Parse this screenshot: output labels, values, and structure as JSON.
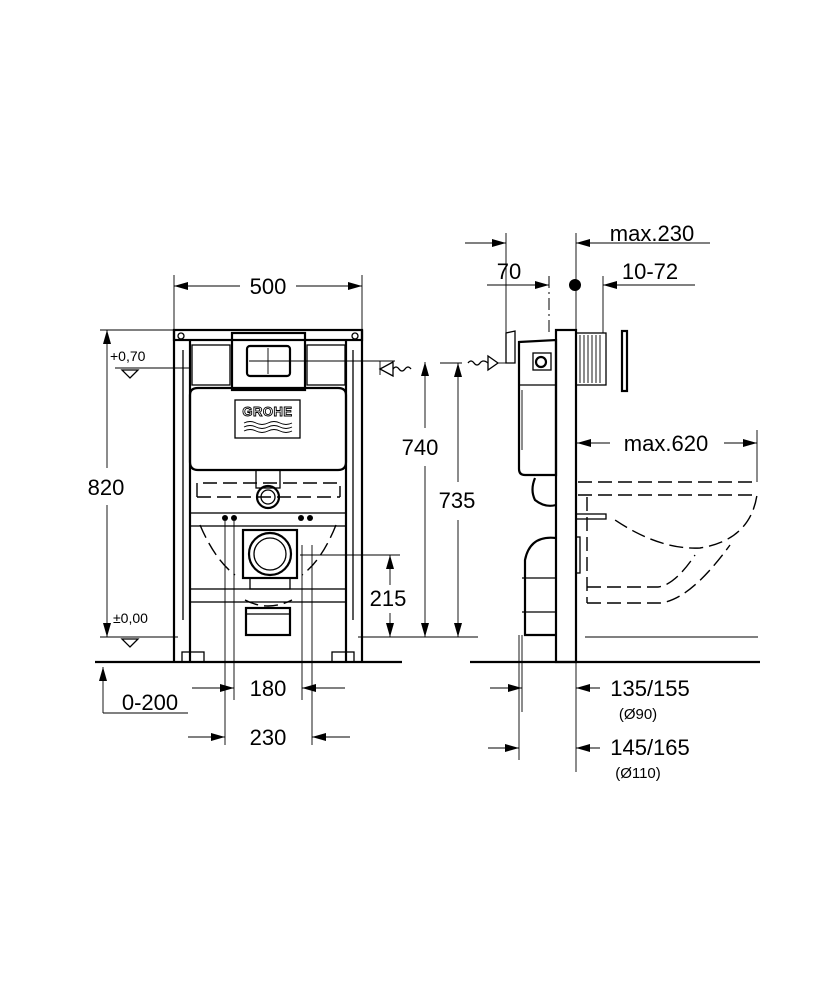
{
  "drawing": {
    "brand_logo": "GROHE",
    "front_view": {
      "width": "500",
      "height_total": "820",
      "level_top": "+0,70",
      "level_floor": "±0,00",
      "inlet_height": "740",
      "outlet_height_front": "215",
      "floor_adjust": "0-200",
      "bolt_spacing_inner": "180",
      "bolt_spacing_outer": "230"
    },
    "side_view": {
      "max_depth_front": "max.230",
      "inlet_offset": "70",
      "plate_projection": "10-72",
      "inlet_height_side": "735",
      "bowl_projection": "max.620",
      "outlet_90": "135/155",
      "outlet_90_diameter": "(Ø90)",
      "outlet_110": "145/165",
      "outlet_110_diameter": "(Ø110)"
    }
  }
}
